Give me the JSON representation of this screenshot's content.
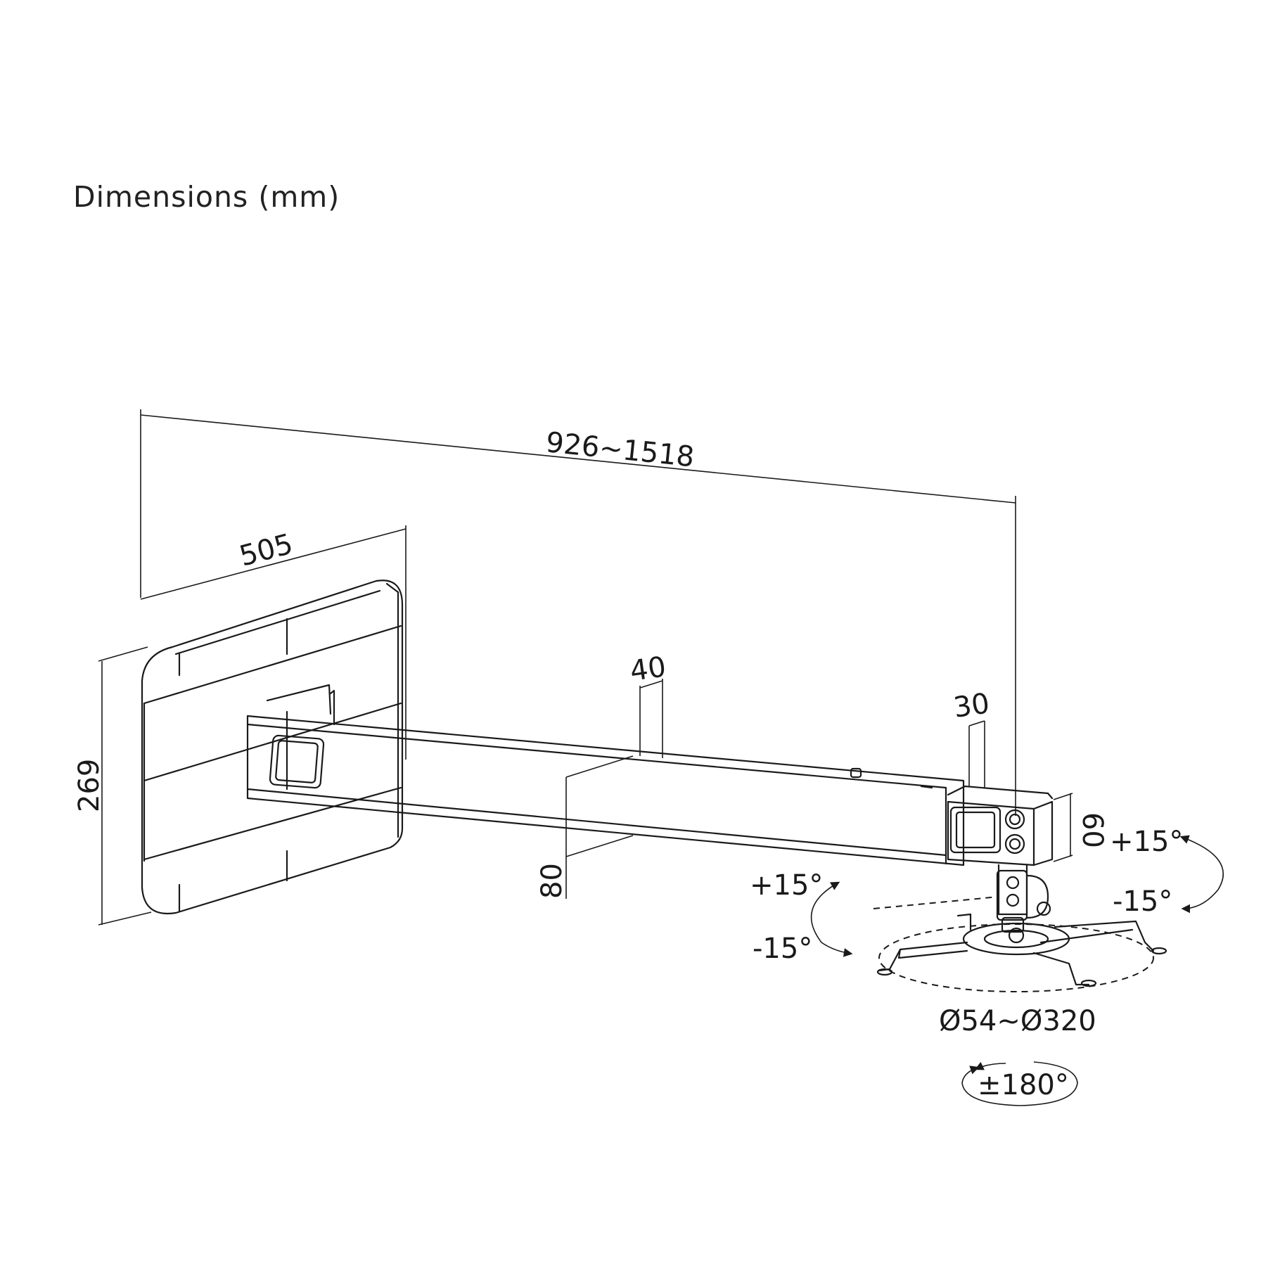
{
  "title": "Dimensions (mm)",
  "dimensions": {
    "total_length": "926~1518",
    "plate_width": "505",
    "plate_height": "269",
    "arm_width": "40",
    "arm_height": "80",
    "inner_width": "30",
    "inner_height": "60",
    "diameter_range": "Ø54~Ø320",
    "tilt_right_up": "+15°",
    "tilt_right_down": "-15°",
    "tilt_left_up": "+15°",
    "tilt_left_down": "-15°",
    "swivel": "±180°"
  },
  "colors": {
    "line": "#1a1a1a",
    "background": "#ffffff"
  }
}
